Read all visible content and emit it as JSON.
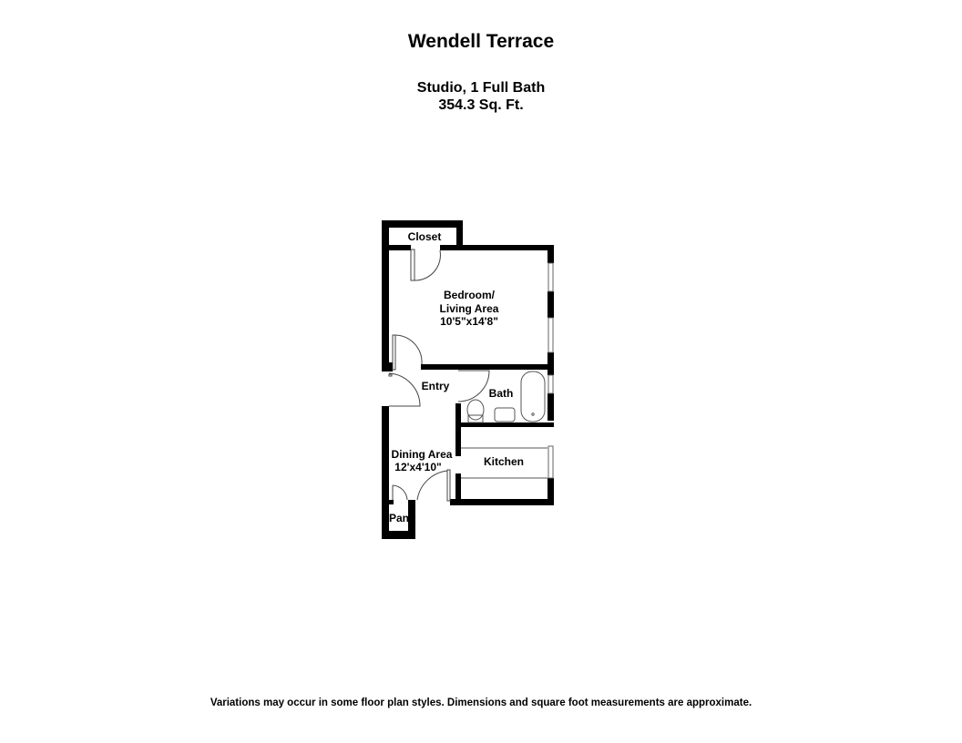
{
  "header": {
    "title": "Wendell Terrace",
    "unit_type": "Studio, 1 Full Bath",
    "area": "354.3 Sq. Ft."
  },
  "floor_plan": {
    "rooms": [
      {
        "name": "Closet",
        "dimensions": ""
      },
      {
        "name": "Bedroom/",
        "line2": "Living Area",
        "dimensions": "10'5\"x14'8\""
      },
      {
        "name": "Entry",
        "dimensions": ""
      },
      {
        "name": "Bath",
        "dimensions": ""
      },
      {
        "name": "Dining Area",
        "dimensions": "12'x4'10\""
      },
      {
        "name": "Kitchen",
        "dimensions": ""
      },
      {
        "name": "Pan",
        "dimensions": ""
      }
    ],
    "colors": {
      "wall": "#000000",
      "fixture": "#555555",
      "background": "#ffffff"
    }
  },
  "footer": {
    "disclaimer": "Variations may occur in some floor plan styles. Dimensions and square foot measurements are approximate."
  }
}
